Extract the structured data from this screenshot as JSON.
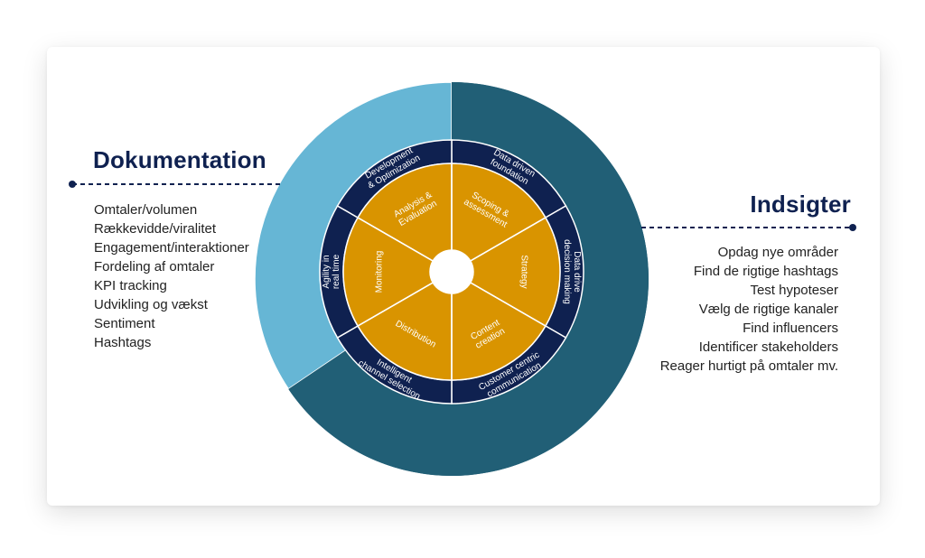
{
  "left_panel": {
    "heading": "Dokumentation",
    "items": [
      "Omtaler/volumen",
      "Rækkevidde/viralitet",
      "Engagement/interaktioner",
      "Fordeling af omtaler",
      "KPI tracking",
      "Udvikling og vækst",
      "Sentiment",
      "Hashtags"
    ]
  },
  "right_panel": {
    "heading": "Indsigter",
    "items": [
      "Opdag nye områder",
      "Find de rigtige hashtags",
      "Test hypoteser",
      "Vælg de rigtige kanaler",
      "Find influencers",
      "Identificer stakeholders",
      "Reager hurtigt på omtaler mv."
    ]
  },
  "wheel": {
    "outer_segments": [
      [
        "Data driven",
        "foundation"
      ],
      [
        "Data drive",
        "decision making"
      ],
      [
        "Customer centric",
        "communication"
      ],
      [
        "Intelligent",
        "channel selection"
      ],
      [
        "Agility in",
        "real time"
      ],
      [
        "Development",
        "& Optimization"
      ]
    ],
    "inner_segments": [
      [
        "Scoping &",
        "assessment"
      ],
      [
        "Strategy"
      ],
      [
        "Content",
        "creation"
      ],
      [
        "Distribution"
      ],
      [
        "Monitoring"
      ],
      [
        "Analysis &",
        "Evaluation"
      ]
    ]
  },
  "colors": {
    "heading": "#0f2150",
    "text": "#222222",
    "outer_ring_light": "#66b6d5",
    "outer_ring_dark": "#215f76",
    "navy_ring": "#0f2150",
    "gold_ring": "#d99400",
    "segment_text": "#ffffff"
  }
}
